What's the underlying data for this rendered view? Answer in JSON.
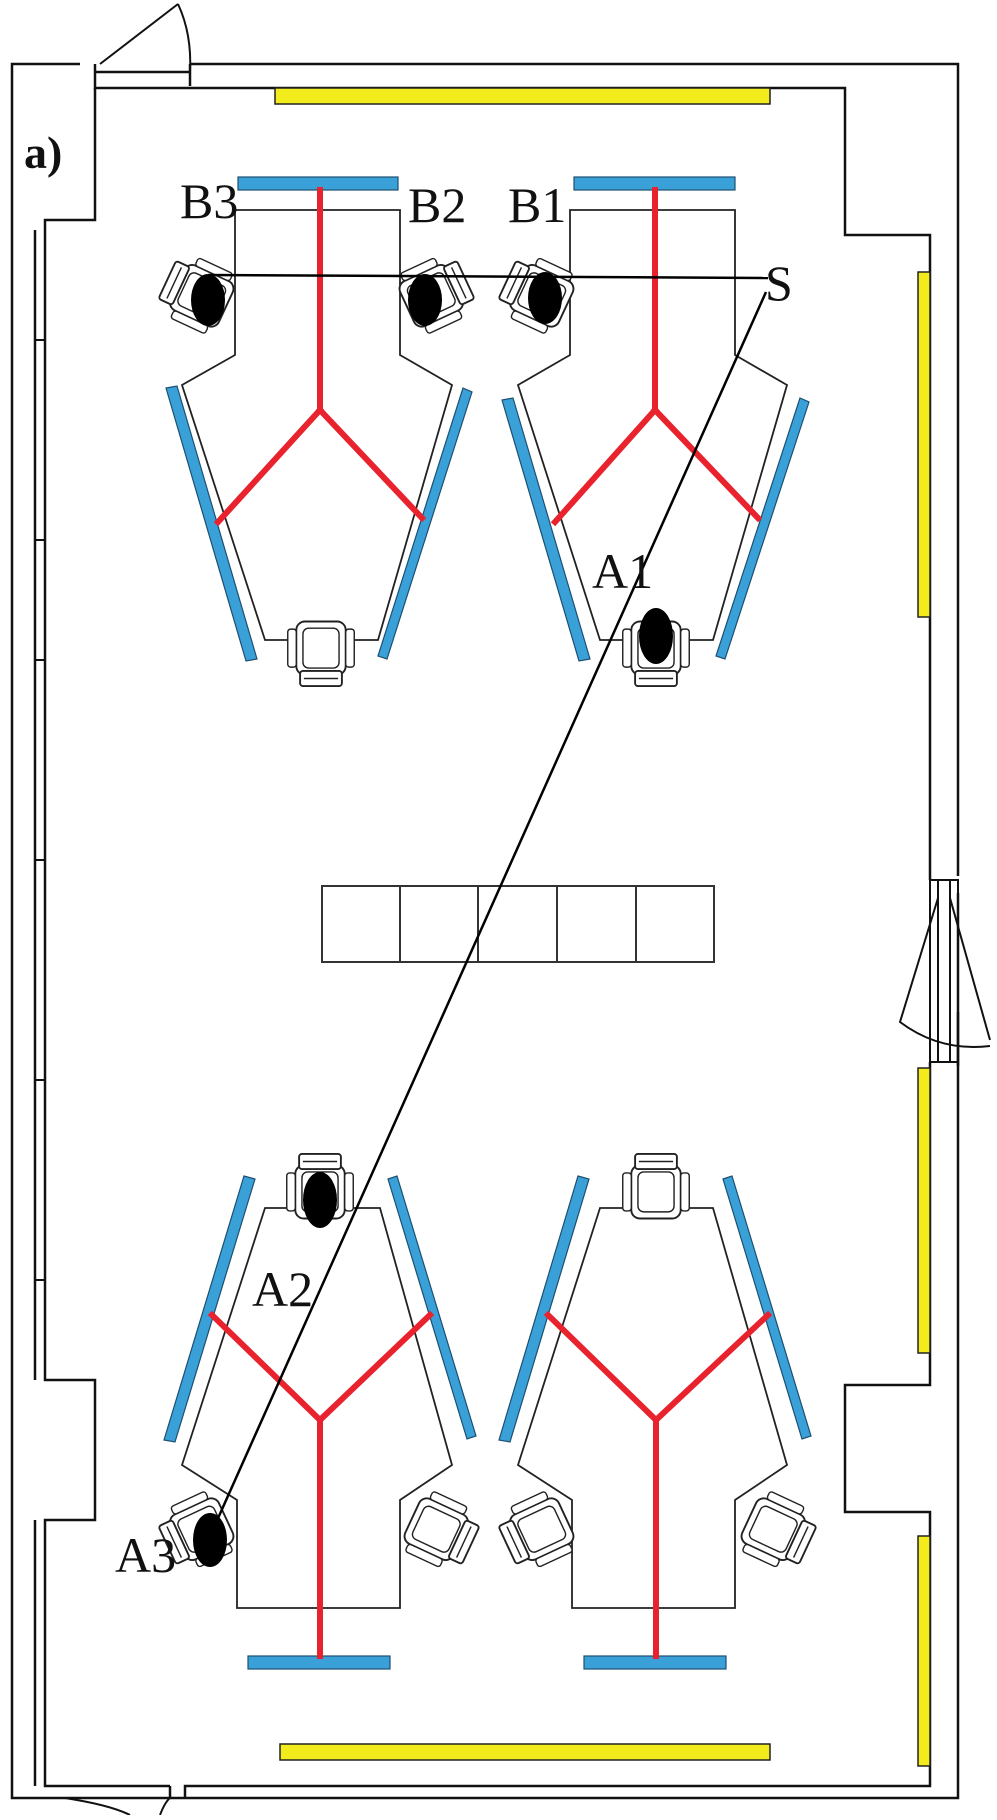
{
  "panel_label": "a)",
  "source": {
    "label": "S"
  },
  "receivers": [
    {
      "id": "B3",
      "label": "B3"
    },
    {
      "id": "B2",
      "label": "B2"
    },
    {
      "id": "B1",
      "label": "B1"
    },
    {
      "id": "A1",
      "label": "A1"
    },
    {
      "id": "A2",
      "label": "A2"
    },
    {
      "id": "A3",
      "label": "A3"
    }
  ],
  "colors": {
    "wall": "#111111",
    "absorber_panel": "#3aa0d8",
    "workstation_divider": "#e8232e",
    "window_yellow": "#f2ec1c",
    "occupant": "#000000"
  },
  "icons": {
    "chair": "office-chair-icon",
    "occupant": "occupant-head-icon"
  }
}
